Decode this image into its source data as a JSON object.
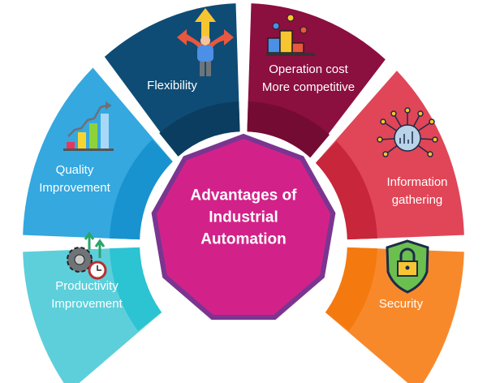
{
  "center": {
    "title_lines": [
      "Advantages of",
      "Industrial",
      "Automation"
    ],
    "fill": "#d2228a",
    "border": "#7a3590"
  },
  "segments": [
    {
      "id": "flexibility",
      "lines": [
        "Flexibility"
      ],
      "color": "#0f4c75",
      "inner": "#0b3d60",
      "icon": "arrows-directions-icon"
    },
    {
      "id": "operation-cost",
      "lines": [
        "Operation cost",
        "More competitive"
      ],
      "color": "#8b0f3f",
      "inner": "#740b33",
      "icon": "podium-icon"
    },
    {
      "id": "information-gathering",
      "lines": [
        "Information",
        "gathering"
      ],
      "color": "#e04657",
      "inner": "#c8263a",
      "icon": "network-chart-icon"
    },
    {
      "id": "security",
      "lines": [
        "Security"
      ],
      "color": "#f8892b",
      "inner": "#f47a10",
      "icon": "shield-lock-icon"
    },
    {
      "id": "productivity-improvement",
      "lines": [
        "Productivity",
        "Improvement"
      ],
      "color": "#5dcfdb",
      "inner": "#2cc3d2",
      "icon": "gear-clock-icon"
    },
    {
      "id": "quality-improvement",
      "lines": [
        "Quality",
        "Improvement"
      ],
      "color": "#34a8df",
      "inner": "#1893d0",
      "icon": "bar-chart-growth-icon"
    }
  ]
}
